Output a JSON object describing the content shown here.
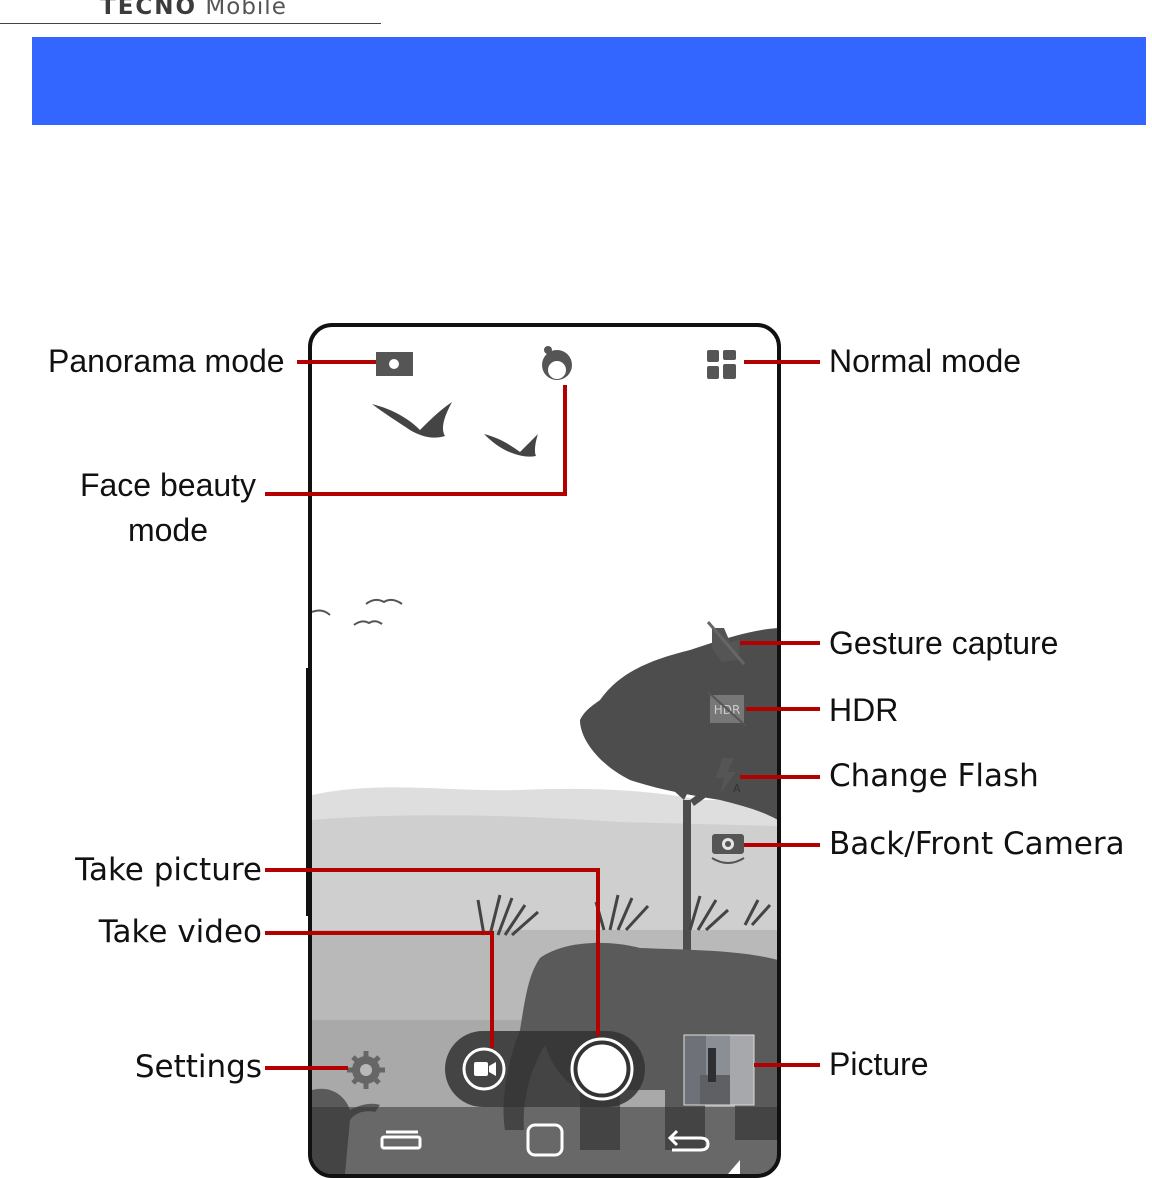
{
  "header": {
    "brand": "TECNO",
    "brand_suffix": "Mobile",
    "banner_color": "#3366ff"
  },
  "phone_ui": {
    "top_bar_icons": [
      "panorama-icon",
      "face-beauty-icon",
      "mode-grid-icon"
    ],
    "side_icons": [
      "gesture-capture-icon",
      "hdr-icon",
      "flash-auto-icon",
      "camera-switch-icon"
    ],
    "hdr_icon_text": "HDR",
    "flash_icon_text": "A",
    "bottom_controls": [
      "settings-icon",
      "video-button",
      "shutter-button",
      "thumbnail"
    ],
    "nav_bar": [
      "recent-apps-icon",
      "home-icon",
      "back-icon"
    ]
  },
  "callouts": {
    "panorama_mode": "Panorama mode",
    "face_beauty_line1": "Face beauty",
    "face_beauty_line2": "mode",
    "normal_mode": "Normal mode",
    "gesture_capture": "Gesture capture",
    "hdr": "HDR",
    "change_flash": "Change Flash",
    "back_front_camera": "Back/Front Camera",
    "take_picture": "Take picture",
    "take_video": "Take video",
    "settings": "Settings",
    "picture": "Picture"
  },
  "colors": {
    "callout_line": "#b30000",
    "phone_frame": "#111111",
    "silhouette": "#4d4d4d"
  }
}
